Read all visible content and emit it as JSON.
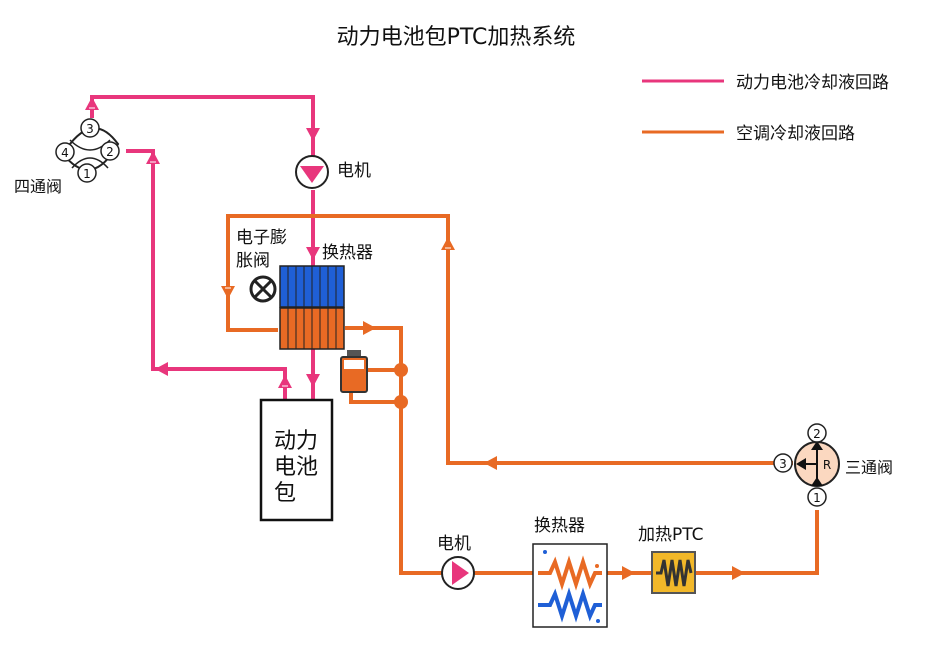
{
  "title": "动力电池包PTC加热系统",
  "legend": {
    "pink_loop": "动力电池冷却液回路",
    "orange_loop": "空调冷却液回路"
  },
  "labels": {
    "four_way_valve": "四通阀",
    "motor_top": "电机",
    "expansion_valve_line1": "电子膨",
    "expansion_valve_line2": "胀阀",
    "heat_exchanger_top": "换热器",
    "battery_line1": "动力",
    "battery_line2": "电池",
    "battery_line3": "包",
    "three_way_valve": "三通阀",
    "motor_bottom": "电机",
    "heat_exchanger_bottom": "换热器",
    "ptc_heater": "加热PTC"
  },
  "four_way_ports": [
    "3",
    "2",
    "4",
    "1"
  ],
  "three_way_ports": [
    "2",
    "3",
    "1"
  ],
  "three_way_center": "R",
  "colors": {
    "pink": "#e8367c",
    "orange": "#e86a24",
    "blue": "#1f5fd6",
    "ptc_yellow": "#f2b829",
    "valve_face": "#fbd8c0"
  }
}
